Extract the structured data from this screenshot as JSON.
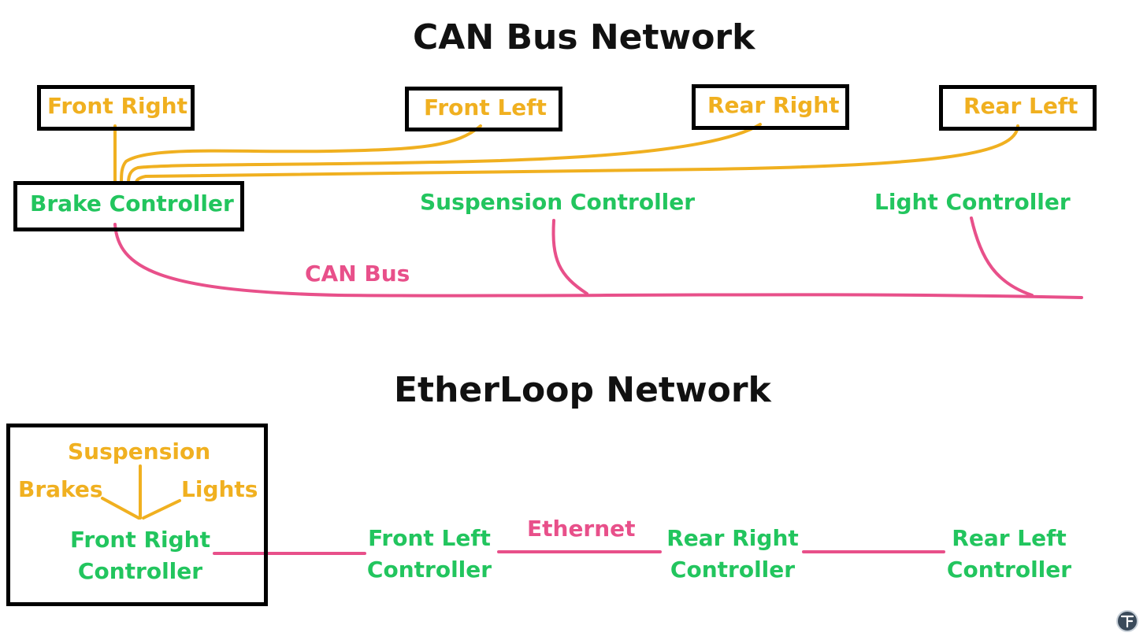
{
  "can": {
    "title": "CAN Bus Network",
    "nodes": {
      "front_right": "Front Right",
      "front_left": "Front Left",
      "rear_right": "Rear Right",
      "rear_left": "Rear Left"
    },
    "controllers": {
      "brake": "Brake Controller",
      "suspension": "Suspension Controller",
      "light": "Light Controller"
    },
    "bus_label": "CAN Bus"
  },
  "etherloop": {
    "title": "EtherLoop Network",
    "subsystems": {
      "suspension": "Suspension",
      "brakes": "Brakes",
      "lights": "Lights"
    },
    "controllers": {
      "front_right": [
        "Front Right",
        "Controller"
      ],
      "front_left": [
        "Front Left",
        "Controller"
      ],
      "rear_right": [
        "Rear Right",
        "Controller"
      ],
      "rear_left": [
        "Rear Left",
        "Controller"
      ]
    },
    "link_label": "Ethernet"
  },
  "colors": {
    "node": "#f0b020",
    "controller": "#22c55e",
    "bus": "#e8508a",
    "box_border": "#000000"
  },
  "logo_icon": "tf-logo-icon"
}
